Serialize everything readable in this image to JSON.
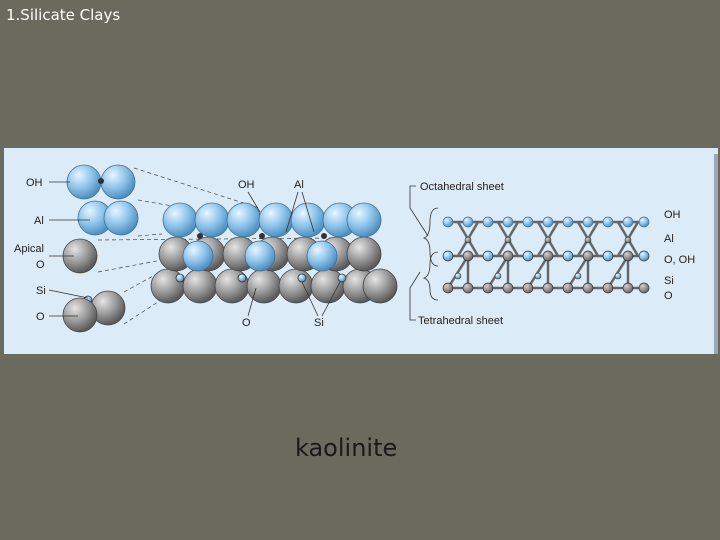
{
  "slide": {
    "title": "1.Silicate Clays",
    "caption": "kaolinite"
  },
  "figure": {
    "atom_labels_left": {
      "oh": "OH",
      "al": "Al",
      "apical_o": "Apical\nO",
      "si": "Si",
      "o": "O"
    },
    "atom_labels_top": {
      "oh": "OH",
      "al": "Al"
    },
    "atom_labels_bottom": {
      "o": "O",
      "si": "Si"
    },
    "sheet_labels": {
      "octahedral": "Octahedral sheet",
      "tetrahedral": "Tetrahedral sheet"
    },
    "atom_labels_right": {
      "oh": "OH",
      "al": "Al",
      "o_oh": "O, OH",
      "si": "Si",
      "o": "O"
    },
    "colors": {
      "blue_atom": "#8ec4ea",
      "gray_atom": "#9a9a9a",
      "panel": "#dcebf8",
      "background": "#6a6a5e"
    }
  }
}
